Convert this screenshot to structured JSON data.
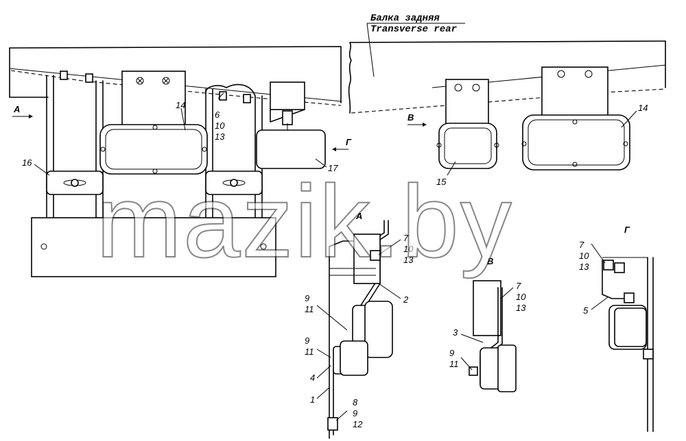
{
  "header": {
    "title_ru": "Балка задняя",
    "title_en": "Transverse rear"
  },
  "watermark": "mazik.by",
  "views": {
    "A": "А",
    "V": "В",
    "G": "Г"
  },
  "arrows": {
    "a": "А",
    "v": "В",
    "g": "Г"
  },
  "callouts": {
    "c1": "1",
    "c2": "2",
    "c3": "3",
    "c4": "4",
    "c5": "5",
    "c6_10_13": [
      "6",
      "10",
      "13"
    ],
    "c14a": "14",
    "c14b": "14",
    "c15": "15",
    "c16": "16",
    "c17": "17",
    "a_7_10_13": [
      "7",
      "10",
      "13"
    ],
    "a_9_11_top": [
      "9",
      "11"
    ],
    "a_9_11_bot": [
      "9",
      "11"
    ],
    "a_8_9_12": [
      "8",
      "9",
      "12"
    ],
    "v_7_10_13": [
      "7",
      "10",
      "13"
    ],
    "v_9_11": [
      "9",
      "11"
    ],
    "g_7_10_13": [
      "7",
      "10",
      "13"
    ]
  }
}
